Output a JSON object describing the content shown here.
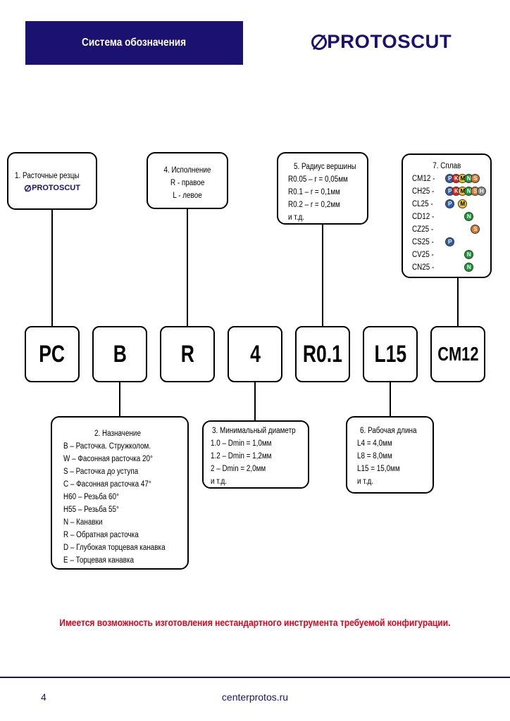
{
  "header": {
    "title": "Система обозначения",
    "logo_text": "PROTOSCUT"
  },
  "colors": {
    "brand": "#1a1170",
    "notice": "#e3001b",
    "P": "#2f5db3",
    "M": "#f2c318",
    "K": "#e3231b",
    "N": "#1e9a3a",
    "S": "#d9772a",
    "H": "#8c8c8c"
  },
  "codes": [
    "PC",
    "B",
    "R",
    "4",
    "R0.1",
    "L15",
    "CM12"
  ],
  "boxes": {
    "b1": {
      "title": "1. Расточные резцы",
      "logo_text": "PROTOSCUT"
    },
    "b2": {
      "title": "2. Назначение",
      "lines": [
        "B – Расточка. Стружколом.",
        "W – Фасонная расточка 20°",
        "S – Расточка до уступа",
        "C – Фасонная расточка 47°",
        "H60 – Резьба 60°",
        "H55 – Резьба 55°",
        "N – Канавки",
        "R – Обратная расточка",
        "D – Глубокая торцевая канавка",
        "E – Торцевая канавка"
      ]
    },
    "b3": {
      "title": "3. Минимальный диаметр",
      "lines": [
        "1.0 – Dmin = 1,0мм",
        "1.2 – Dmin = 1,2мм",
        "2 – Dmin = 2,0мм",
        "и т.д."
      ]
    },
    "b4": {
      "title": "4. Исполнение",
      "lines": [
        "R - правое",
        "L - левое"
      ]
    },
    "b5": {
      "title": "5. Радиус вершины",
      "lines": [
        "R0.05 – r = 0,05мм",
        "R0.1 – r = 0,1мм",
        "R0.2 – r = 0,2мм",
        "и т.д."
      ]
    },
    "b6": {
      "title": "6. Рабочая длина",
      "lines": [
        "L4 = 4,0мм",
        "L8 = 8,0мм",
        "L15 = 15,0мм",
        "и т.д."
      ]
    },
    "b7": {
      "title": "7. Сплав",
      "alloys": [
        {
          "label": "CM12 -",
          "chips": [
            [
              "P",
              0
            ],
            [
              "K",
              1
            ],
            [
              "M",
              2
            ],
            [
              "N",
              3
            ],
            [
              "S",
              4
            ]
          ]
        },
        {
          "label": "CH25 -",
          "chips": [
            [
              "P",
              0
            ],
            [
              "K",
              1
            ],
            [
              "M",
              2
            ],
            [
              "N",
              3
            ],
            [
              "S",
              4
            ],
            [
              "H",
              5
            ]
          ]
        },
        {
          "label": "CL25 -",
          "chips": [
            [
              "P",
              0
            ],
            [
              "M",
              2
            ]
          ]
        },
        {
          "label": "CD12 -",
          "chips": [
            [
              "N",
              3
            ]
          ]
        },
        {
          "label": "CZ25 -",
          "chips": [
            [
              "S",
              4
            ]
          ]
        },
        {
          "label": "CS25 -",
          "chips": [
            [
              "P",
              0
            ]
          ]
        },
        {
          "label": "CV25 -",
          "chips": [
            [
              "N",
              3
            ]
          ]
        },
        {
          "label": "CN25 -",
          "chips": [
            [
              "N",
              3
            ]
          ]
        }
      ]
    }
  },
  "notice": "Имеется возможность изготовления нестандартного инструмента требуемой конфигурации.",
  "footer": {
    "page": "4",
    "url": "centerprotos.ru"
  }
}
